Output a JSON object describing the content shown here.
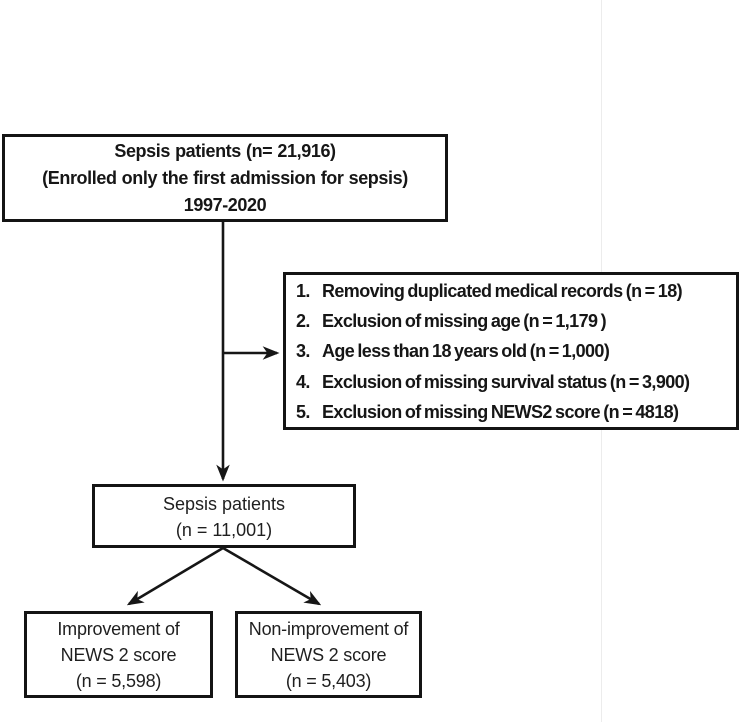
{
  "colors": {
    "ink": "#161616",
    "background": "#ffffff",
    "seam_line": "#ececec"
  },
  "flowchart": {
    "top_box": {
      "lines": [
        "Sepsis patients (n= 21,916)",
        "(Enrolled only the first admission  for sepsis)",
        "1997-2020"
      ]
    },
    "exclusion_box": {
      "items": [
        {
          "num": "1.",
          "text": "Removing duplicated medical records (n = 18)"
        },
        {
          "num": "2.",
          "text": "Exclusion of missing age  (n = 1,179 )"
        },
        {
          "num": "3.",
          "text": "Age less than 18 years old (n = 1,000)"
        },
        {
          "num": "4.",
          "text": "Exclusion of missing survival status (n = 3,900)"
        },
        {
          "num": "5.",
          "text": "Exclusion of missing NEWS2 score (n = 4818)"
        }
      ]
    },
    "middle_box": {
      "lines": [
        "Sepsis patients",
        "(n = 11,001)"
      ]
    },
    "bottom_left_box": {
      "lines": [
        "Improvement of",
        "NEWS 2 score",
        "(n = 5,598)"
      ]
    },
    "bottom_right_box": {
      "lines": [
        "Non-improvement of",
        "NEWS 2 score",
        "(n = 5,403)"
      ]
    }
  }
}
